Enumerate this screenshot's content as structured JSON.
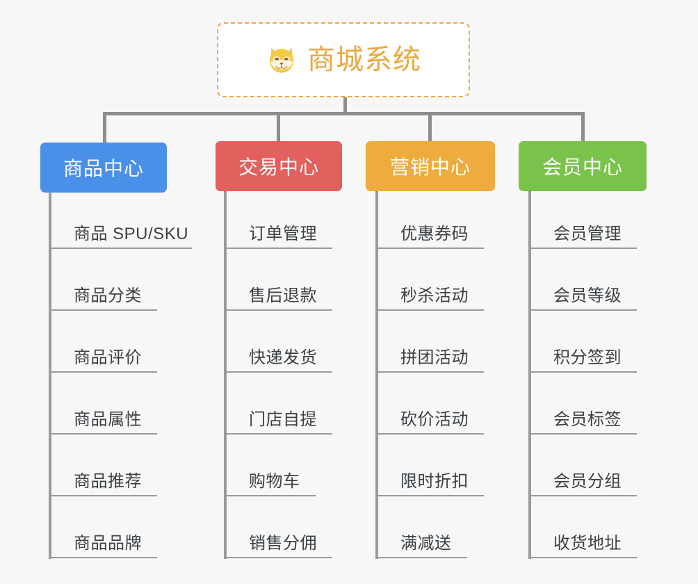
{
  "page": {
    "background_color": "#f7f7f7",
    "title": "商城系统"
  },
  "root": {
    "label": "商城系统",
    "icon": "dog-face-icon",
    "text_color": "#eba840",
    "border_color": "#eba945",
    "background_color": "#ffffff"
  },
  "branches": [
    {
      "label": "商品中心",
      "color": "#4a90e8",
      "items": [
        {
          "label": "商品 SPU/SKU"
        },
        {
          "label": "商品分类"
        },
        {
          "label": "商品评价"
        },
        {
          "label": "商品属性"
        },
        {
          "label": "商品推荐"
        },
        {
          "label": "商品品牌"
        }
      ]
    },
    {
      "label": "交易中心",
      "color": "#e2605e",
      "items": [
        {
          "label": "订单管理"
        },
        {
          "label": "售后退款"
        },
        {
          "label": "快递发货"
        },
        {
          "label": "门店自提"
        },
        {
          "label": "购物车"
        },
        {
          "label": "销售分佣"
        }
      ]
    },
    {
      "label": "营销中心",
      "color": "#eeab3e",
      "items": [
        {
          "label": "优惠券码"
        },
        {
          "label": "秒杀活动"
        },
        {
          "label": "拼团活动"
        },
        {
          "label": "砍价活动"
        },
        {
          "label": "限时折扣"
        },
        {
          "label": "满减送"
        }
      ]
    },
    {
      "label": "会员中心",
      "color": "#7ac34b",
      "items": [
        {
          "label": "会员管理"
        },
        {
          "label": "会员等级"
        },
        {
          "label": "积分签到"
        },
        {
          "label": "会员标签"
        },
        {
          "label": "会员分组"
        },
        {
          "label": "收货地址"
        }
      ]
    }
  ]
}
